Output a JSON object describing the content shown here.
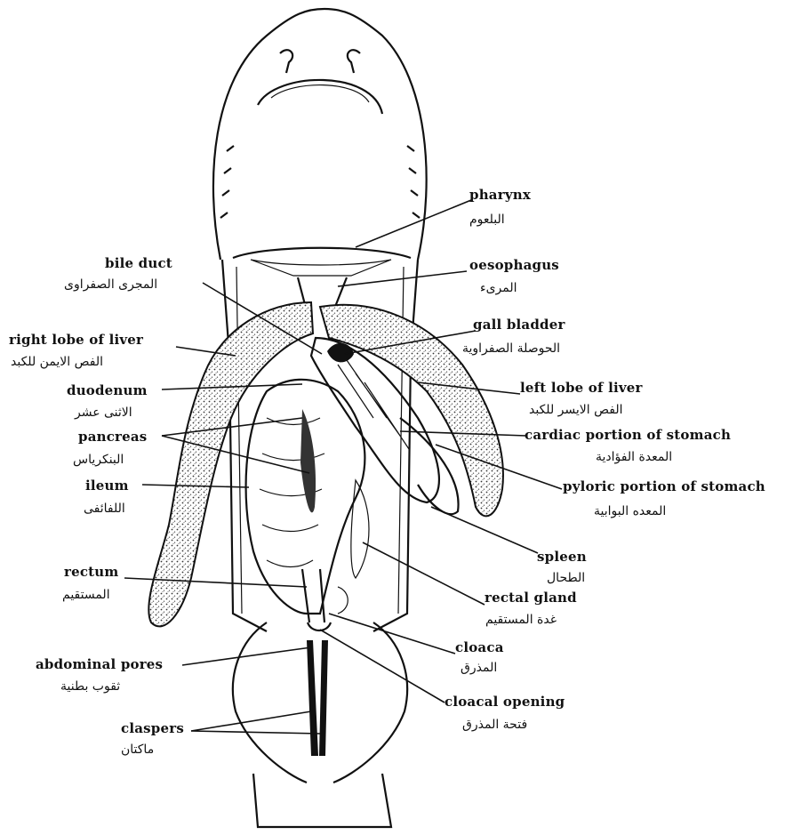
{
  "labels": {
    "pharynx": {
      "en": "pharynx",
      "ar": "البلعوم"
    },
    "oesophagus": {
      "en": "oesophagus",
      "ar": "المرىء"
    },
    "bile_duct": {
      "en": "bile duct",
      "ar": "المجرى الصفراوى"
    },
    "gall_bladder": {
      "en": "gall bladder",
      "ar": "الحوصلة الصفراوية"
    },
    "right_lobe": {
      "en": "right lobe of liver",
      "ar": "الفص الايمن للكبد"
    },
    "left_lobe": {
      "en": "left lobe of liver",
      "ar": "الفص الايسر للكبد"
    },
    "duodenum": {
      "en": "duodenum",
      "ar": "الاثنى عشر"
    },
    "cardiac": {
      "en": "cardiac portion of stomach",
      "ar": "المعدة الفؤادية"
    },
    "pancreas": {
      "en": "pancreas",
      "ar": "البنكرياس"
    },
    "pyloric": {
      "en": "pyloric portion of stomach",
      "ar": "المعده البوابية"
    },
    "ileum": {
      "en": "ileum",
      "ar": "اللفائفى"
    },
    "spleen": {
      "en": "spleen",
      "ar": "الطحال"
    },
    "rectum": {
      "en": "rectum",
      "ar": "المستقيم"
    },
    "rectal_gland": {
      "en": "rectal gland",
      "ar": "غدة المستقيم"
    },
    "cloaca": {
      "en": "cloaca",
      "ar": "المذرق"
    },
    "abdominal_pores": {
      "en": "abdominal pores",
      "ar": "ثقوب بطنية"
    },
    "cloacal_opening": {
      "en": "cloacal opening",
      "ar": "فتحة المذرق"
    },
    "claspers": {
      "en": "claspers",
      "ar": "ماكتان"
    }
  }
}
